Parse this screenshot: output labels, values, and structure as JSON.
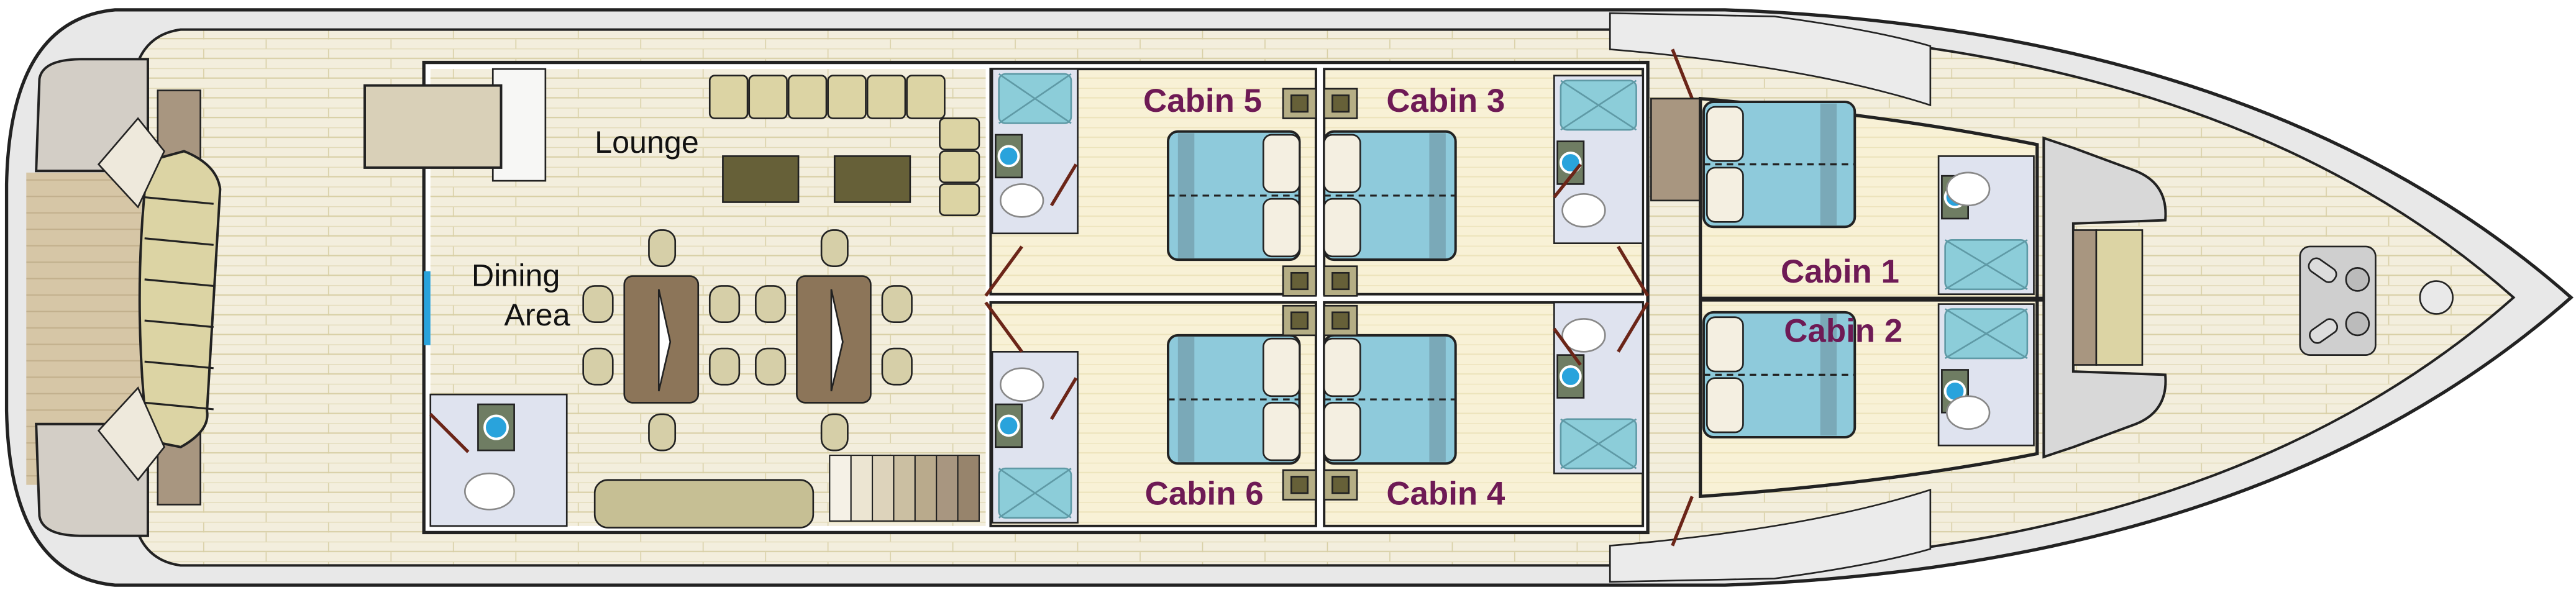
{
  "plan": {
    "rooms": {
      "lounge": "Lounge",
      "dining_line1": "Dining",
      "dining_line2": "Area"
    },
    "cabins": {
      "cabin1": "Cabin 1",
      "cabin2": "Cabin 2",
      "cabin3": "Cabin 3",
      "cabin4": "Cabin 4",
      "cabin5": "Cabin 5",
      "cabin6": "Cabin 6"
    }
  },
  "colors": {
    "cabin_label": "#6e1a55",
    "deck": "#f3eedd",
    "cabin_floor": "#f8f1d6",
    "bed": "#8ecadb",
    "bed_stripe": "#7aa9b8",
    "shower": "#8ccdd9",
    "bathroom": "#dfe3ef",
    "sink": "#29a3dc",
    "sink_base": "#6f7d63",
    "sofa": "#dcd4a4",
    "coffee_table": "#666038",
    "dining_table": "#8c7559",
    "door": "#6b2518",
    "hull": "#e8e8e8"
  }
}
